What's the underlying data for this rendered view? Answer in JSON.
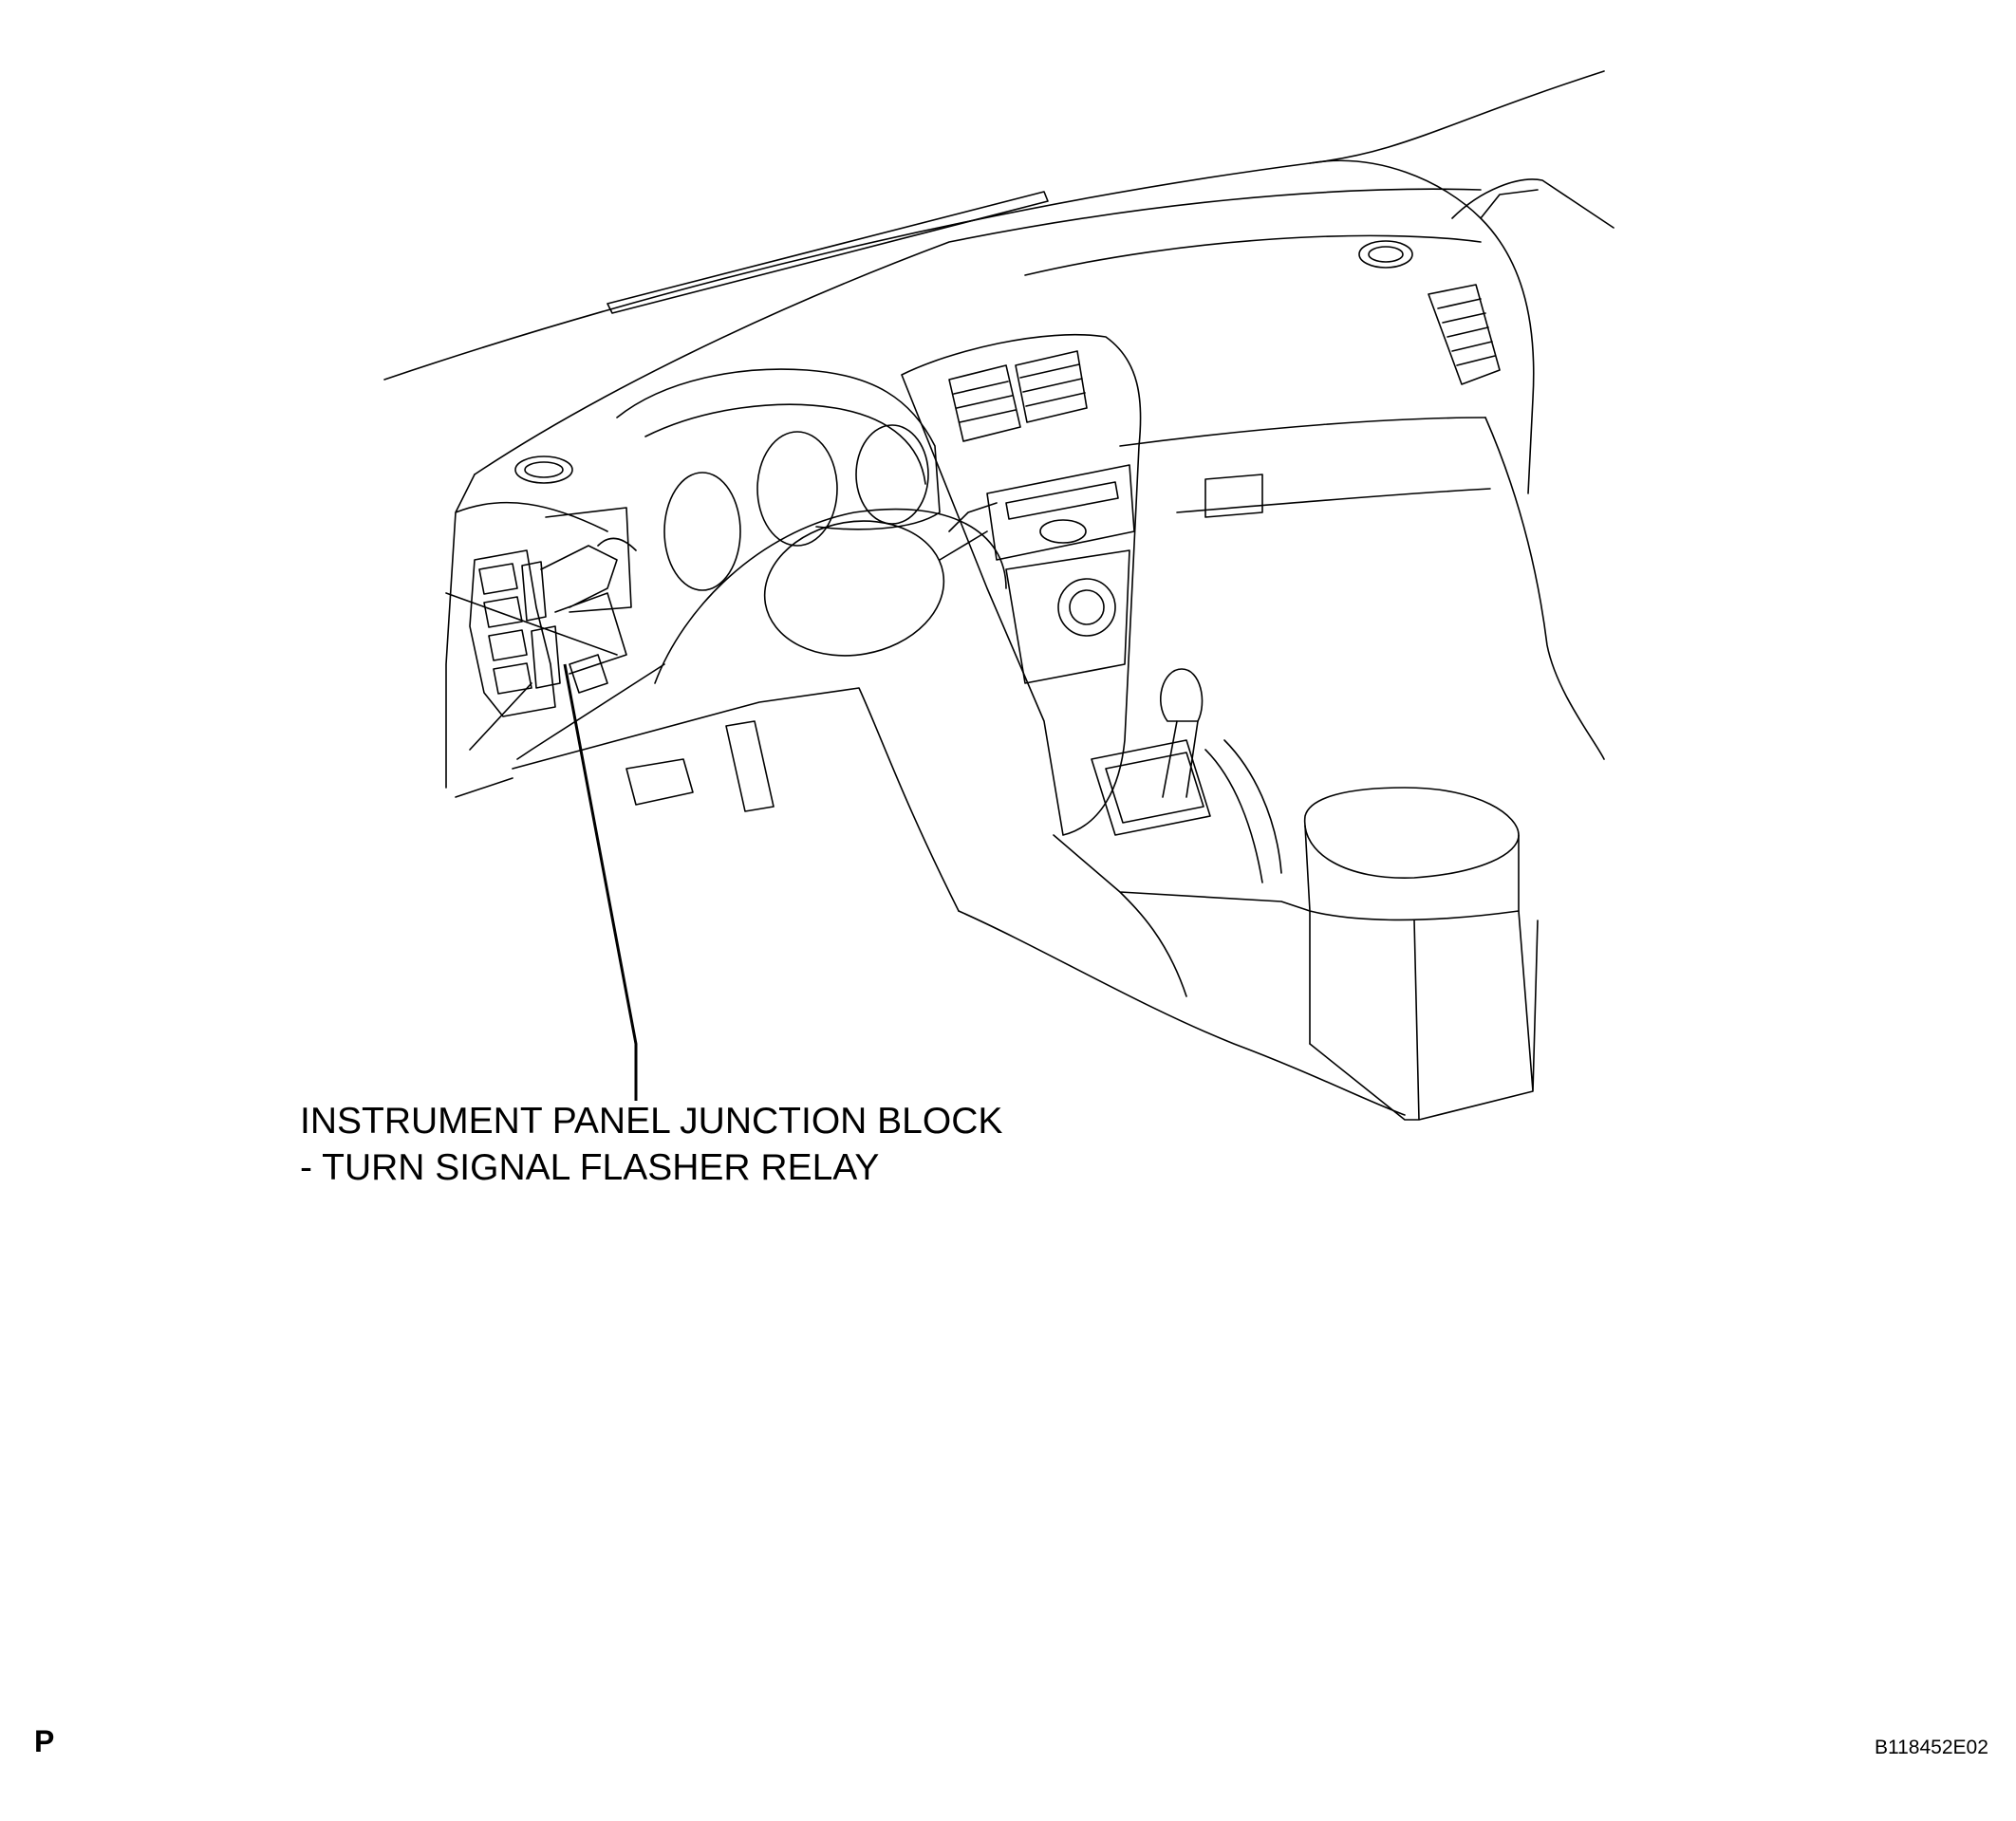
{
  "callout": {
    "line1": "INSTRUMENT PANEL JUNCTION BLOCK",
    "line2": "- TURN SIGNAL FLASHER RELAY"
  },
  "page_code": "P",
  "figure_id": "B118452E02",
  "colors": {
    "ink": "#000000",
    "background": "#ffffff"
  }
}
